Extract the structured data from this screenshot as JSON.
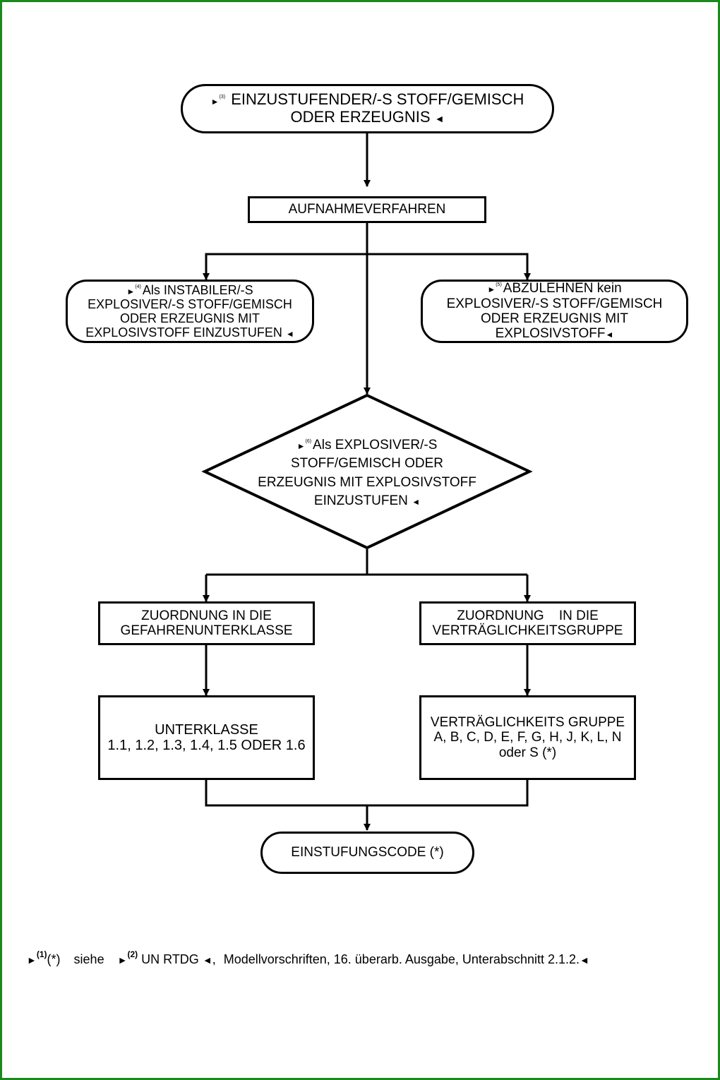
{
  "markers": {
    "open": "►",
    "close": "◄"
  },
  "start": {
    "ref": "(3)",
    "line1": "EINZUSTUFENDER/-S STOFF/GEMISCH",
    "line2": "ODER ERZEUGNIS"
  },
  "acceptance": {
    "label": "AUFNAHMEVERFAHREN"
  },
  "unstable": {
    "ref": "(4)",
    "line1": "Als INSTABILER/-S",
    "line2": "EXPLOSIVER/-S STOFF/GEMISCH",
    "line3": "ODER ERZEUGNIS MIT",
    "line4": "EXPLOSIVSTOFF EINZUSTUFEN"
  },
  "reject": {
    "ref": "(5)",
    "line1": "ABZULEHNEN kein",
    "line2": "EXPLOSIVER/-S STOFF/GEMISCH",
    "line3": "ODER ERZEUGNIS MIT",
    "line4": "EXPLOSIVSTOFF"
  },
  "decision": {
    "ref": "(6)",
    "line1": "Als EXPLOSIVER/-S",
    "line2": "STOFF/GEMISCH ODER",
    "line3": "ERZEUGNIS MIT EXPLOSIVSTOFF",
    "line4": "EINZUSTUFEN"
  },
  "hazard_division": {
    "line1": "ZUORDNUNG IN DIE",
    "line2": "GEFAHRENUNTERKLASSE"
  },
  "compat_group": {
    "line1": "ZUORDNUNG    IN DIE",
    "line2": "VERTRÄGLICHKEITSGRUPPE"
  },
  "subclass": {
    "line1": "UNTERKLASSE",
    "line2": "1.1, 1.2, 1.3, 1.4, 1.5 ODER 1.6"
  },
  "compat_result": {
    "line1": "VERTRÄGLICHKEITS GRUPPE",
    "line2": "A, B, C, D, E, F, G, H, J, K, L, N",
    "line3": "oder S (*)"
  },
  "classification_code": {
    "label": "EINSTUFUNGSCODE (*)"
  },
  "footnote": {
    "ref1": "(1)",
    "star": "(*)",
    "see": "siehe",
    "ref2": "(2)",
    "rtdg": "UN RTDG",
    "comma": ",",
    "text": "Modellvorschriften, 16. überarb. Ausgabe, Unterabschnitt 2.1.2."
  },
  "colors": {
    "frame": "#1a8a1a",
    "ink": "#000000",
    "paper": "#ffffff"
  }
}
